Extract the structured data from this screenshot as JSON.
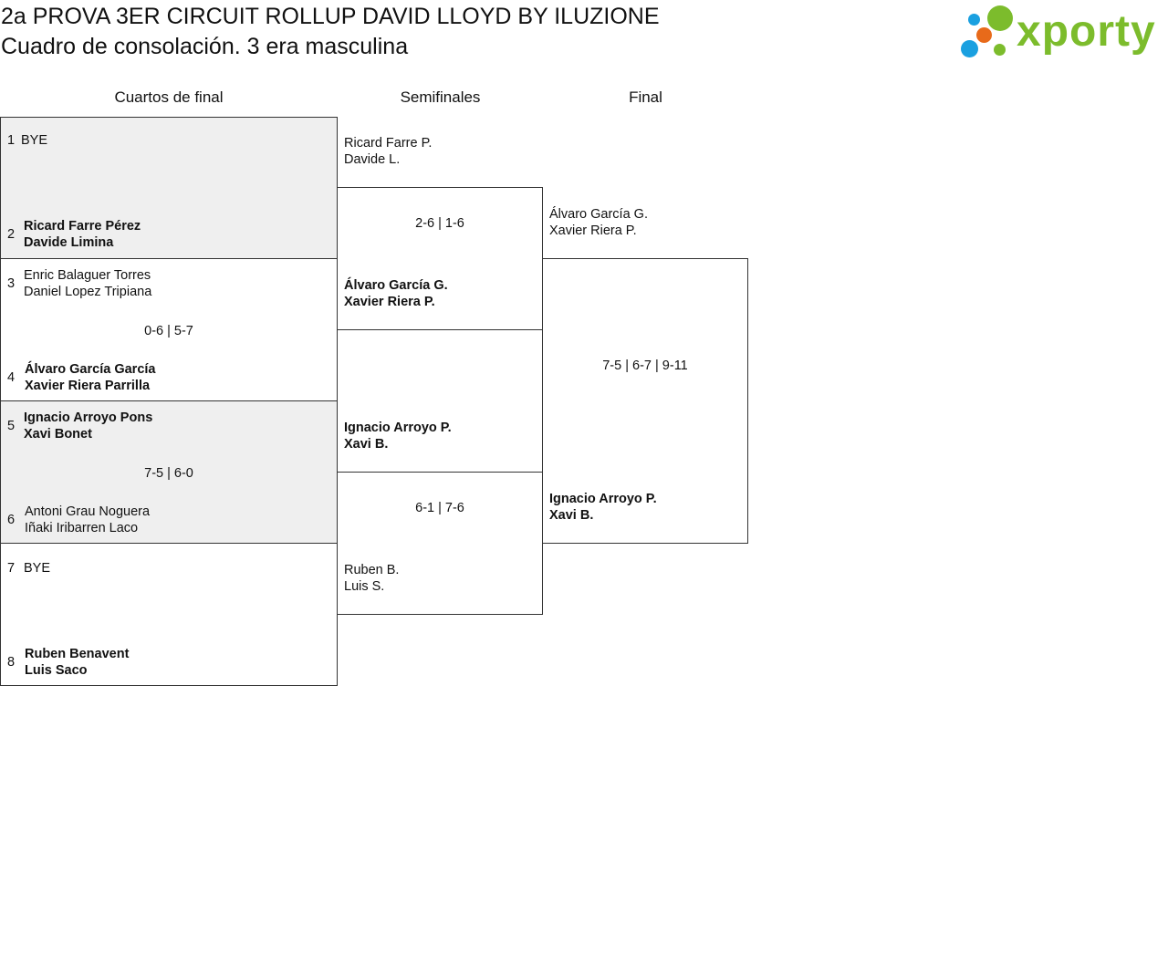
{
  "header": {
    "title": "2a PROVA 3ER CIRCUIT ROLLUP DAVID LLOYD BY ILUZIONE",
    "subtitle": "Cuadro de consolación. 3 era masculina",
    "logo_text": "xporty",
    "colors": {
      "brand_green": "#7cbc2c",
      "blue": "#1aa0e0",
      "orange": "#e86a1a"
    }
  },
  "rounds": [
    "Cuartos de final",
    "Semifinales",
    "Final"
  ],
  "quarterfinals": [
    {
      "top": {
        "seed": "1",
        "line1": "BYE",
        "line2": ""
      },
      "bottom": {
        "seed": "2",
        "line1": "Ricard Farre Pérez",
        "line2": "Davide Limina"
      },
      "score": "",
      "winner": "bottom"
    },
    {
      "top": {
        "seed": "3",
        "line1": "Enric Balaguer Torres",
        "line2": "Daniel Lopez Tripiana"
      },
      "bottom": {
        "seed": "4",
        "line1": "Álvaro García García",
        "line2": "Xavier Riera Parrilla"
      },
      "score": "0-6 | 5-7",
      "winner": "bottom"
    },
    {
      "top": {
        "seed": "5",
        "line1": "Ignacio Arroyo Pons",
        "line2": "Xavi Bonet"
      },
      "bottom": {
        "seed": "6",
        "line1": "Antoni Grau Noguera",
        "line2": "Iñaki Iribarren Laco"
      },
      "score": "7-5 | 6-0",
      "winner": "top"
    },
    {
      "top": {
        "seed": "7",
        "line1": "BYE",
        "line2": ""
      },
      "bottom": {
        "seed": "8",
        "line1": "Ruben Benavent",
        "line2": "Luis Saco"
      },
      "score": "",
      "winner": "bottom"
    }
  ],
  "semifinals": [
    {
      "top": {
        "line1": "Ricard Farre P.",
        "line2": "Davide L."
      },
      "bottom": {
        "line1": "Álvaro García G.",
        "line2": "Xavier Riera P."
      },
      "score": "2-6 | 1-6",
      "winner": "bottom"
    },
    {
      "top": {
        "line1": "Ignacio Arroyo P.",
        "line2": "Xavi B."
      },
      "bottom": {
        "line1": "Ruben B.",
        "line2": "Luis S."
      },
      "score": "6-1 | 7-6",
      "winner": "top"
    }
  ],
  "final": {
    "top": {
      "line1": "Álvaro García G.",
      "line2": "Xavier Riera P."
    },
    "bottom": {
      "line1": "Ignacio Arroyo P.",
      "line2": "Xavi B."
    },
    "score": "7-5 | 6-7 | 9-11",
    "winner": "bottom"
  }
}
